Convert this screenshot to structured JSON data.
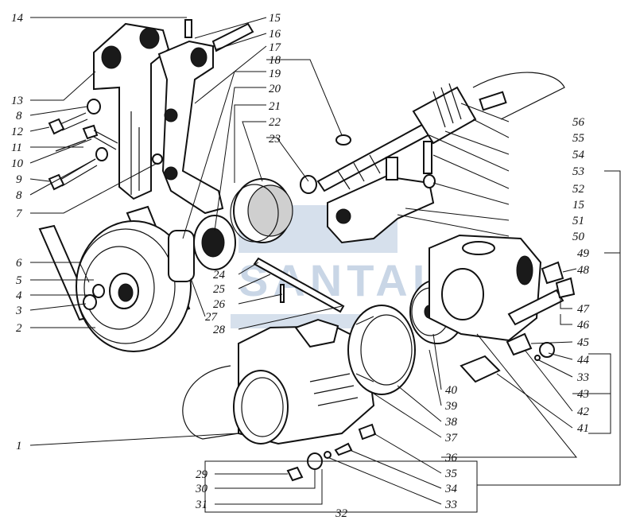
{
  "labels": {
    "p1": "1",
    "p2": "2",
    "p3": "3",
    "p4": "4",
    "p5": "5",
    "p6": "6",
    "p7": "7",
    "p8a": "8",
    "p8b": "8",
    "p9": "9",
    "p10": "10",
    "p11": "11",
    "p12": "12",
    "p13": "13",
    "p14": "14",
    "p15a": "15",
    "p15b": "15",
    "p16": "16",
    "p17": "17",
    "p18": "18",
    "p19": "19",
    "p20": "20",
    "p21": "21",
    "p22": "22",
    "p23": "23",
    "p24": "24",
    "p25": "25",
    "p26": "26",
    "p27": "27",
    "p28": "28",
    "p29": "29",
    "p30": "30",
    "p31": "31",
    "p32": "32",
    "p33a": "33",
    "p33b": "33",
    "p34": "34",
    "p35": "35",
    "p36": "36",
    "p37": "37",
    "p38": "38",
    "p39": "39",
    "p40": "40",
    "p41": "41",
    "p42": "42",
    "p43": "43",
    "p44": "44",
    "p45": "45",
    "p46": "46",
    "p47": "47",
    "p48": "48",
    "p49": "49",
    "p50": "50",
    "p51": "51",
    "p52": "52",
    "p53": "53",
    "p54": "54",
    "p55": "55",
    "p56": "56"
  },
  "watermark": "SANTAL",
  "colors": {
    "ink": "#111111",
    "watermark": "#8aa6c8"
  }
}
